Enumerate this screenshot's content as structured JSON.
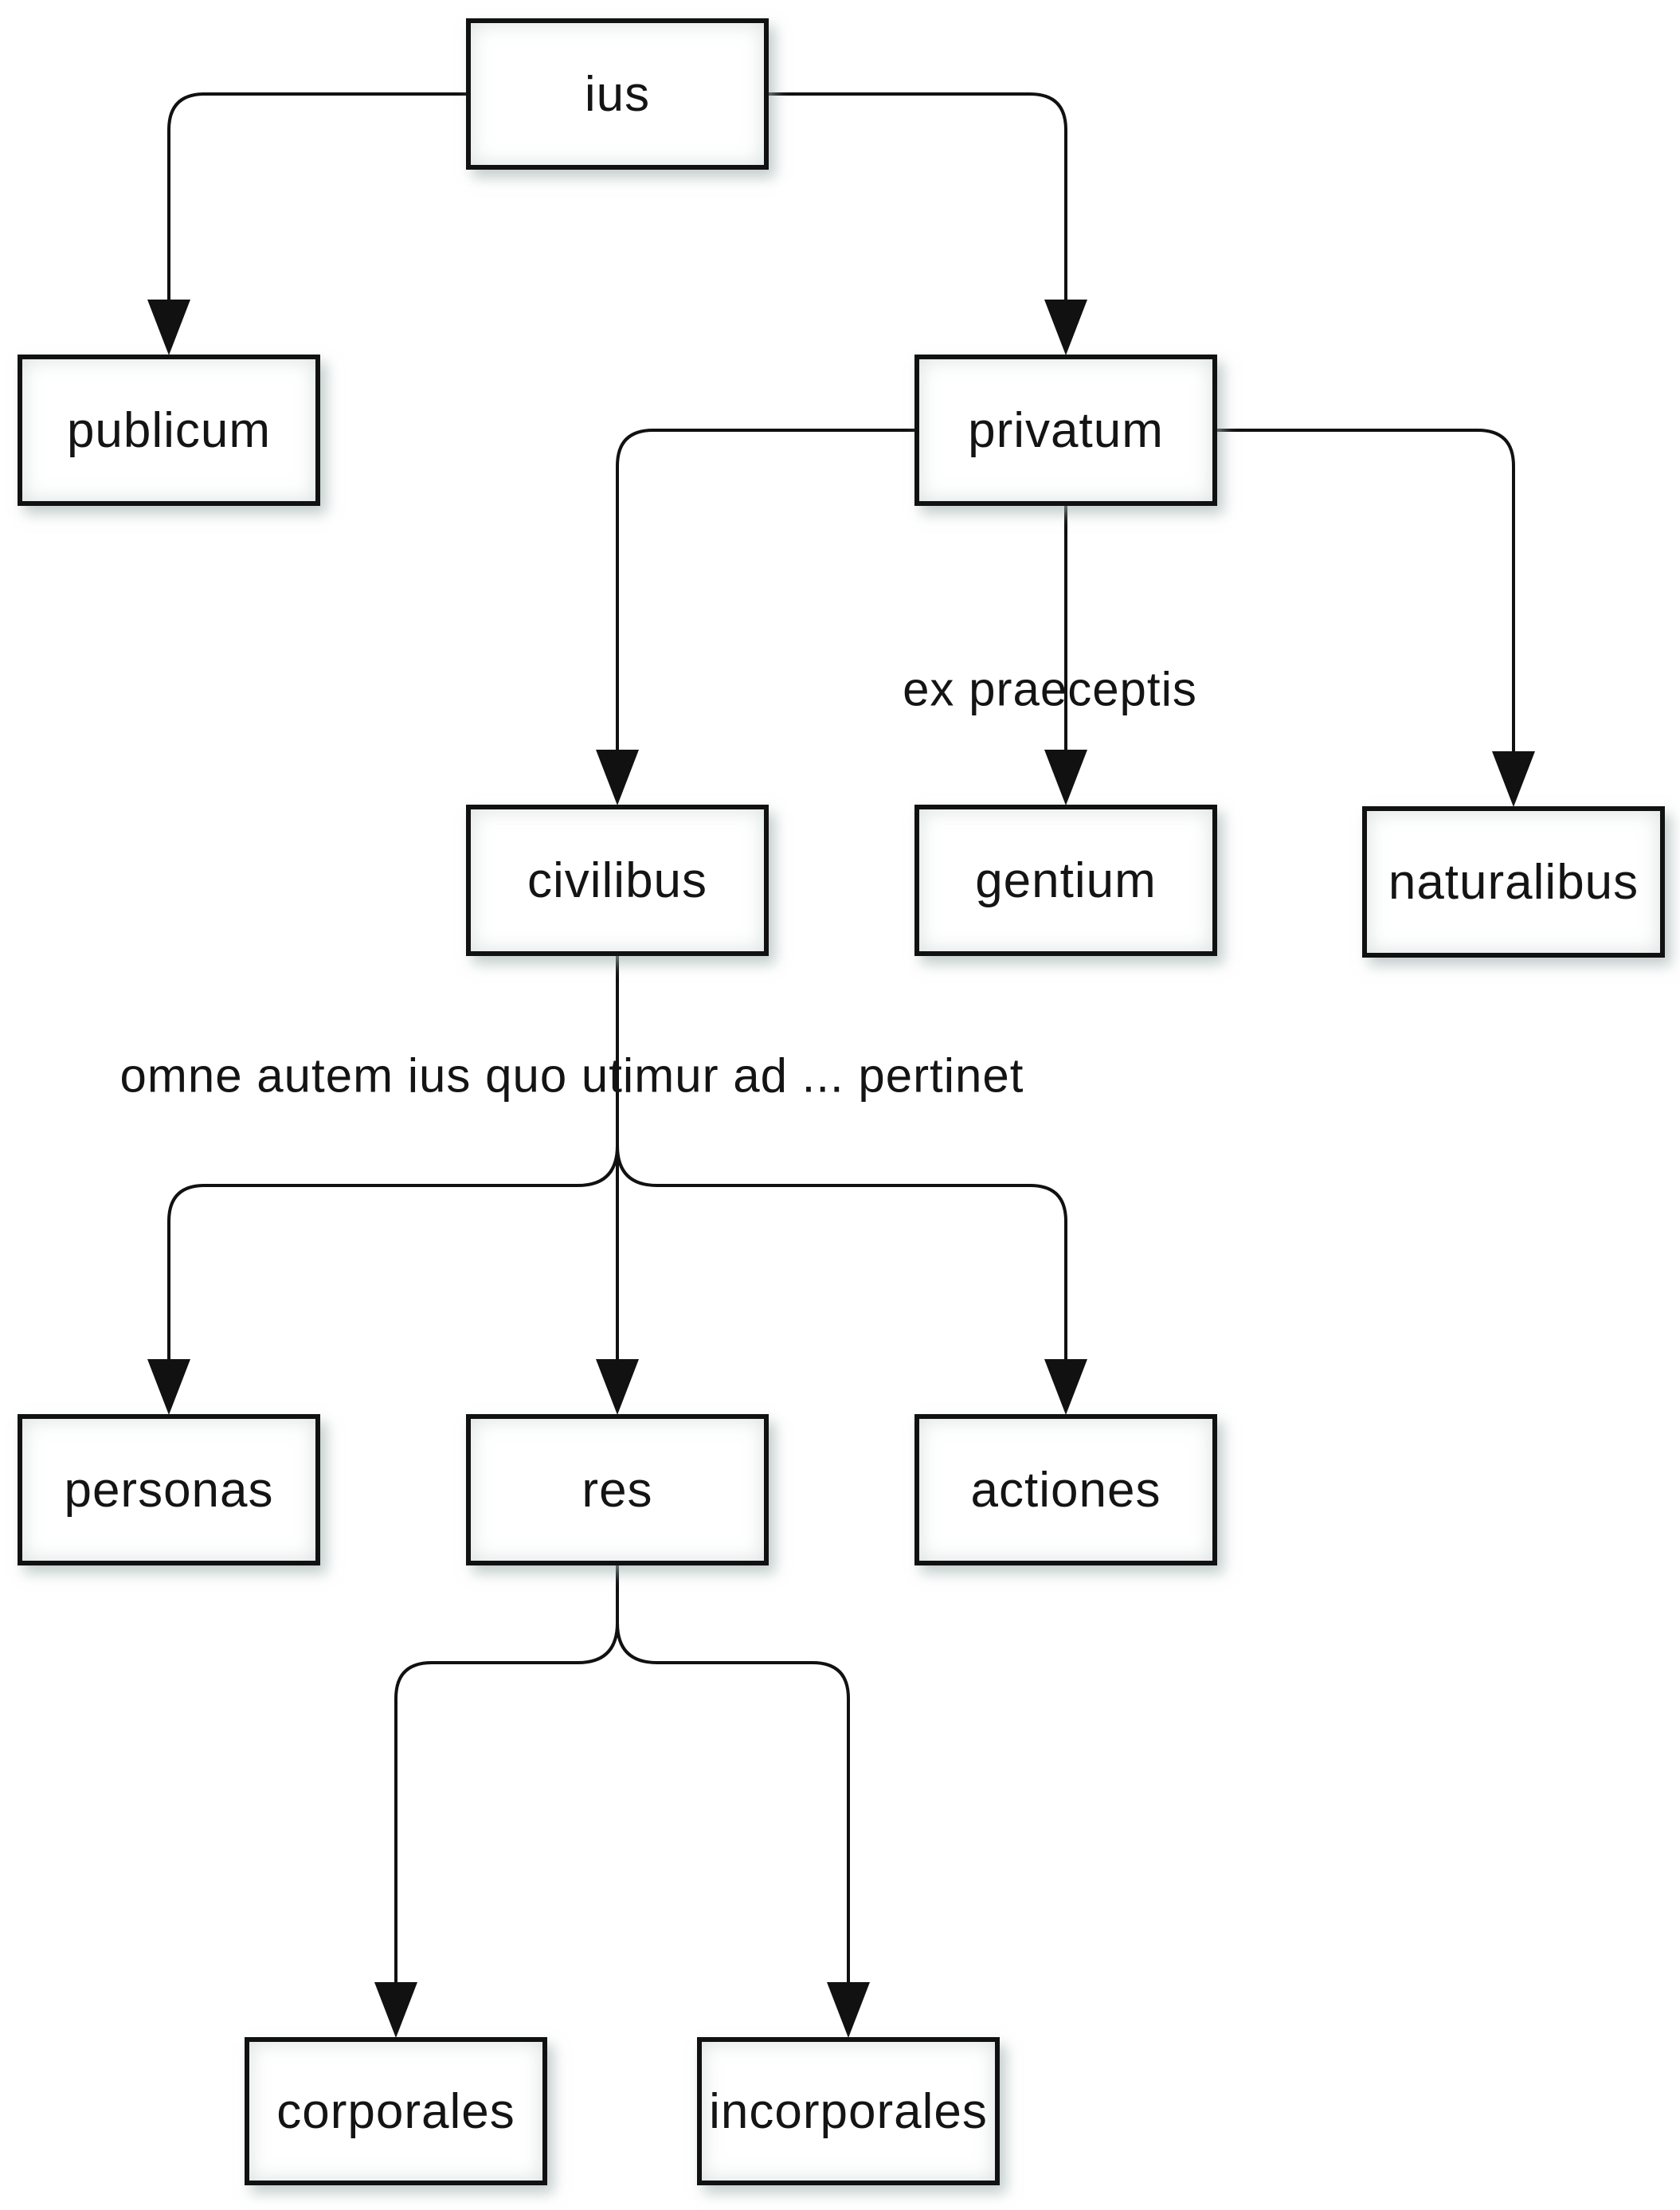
{
  "diagram": {
    "type": "tree",
    "root": "ius",
    "nodes": {
      "ius": {
        "label": "ius"
      },
      "publicum": {
        "label": "publicum"
      },
      "privatum": {
        "label": "privatum"
      },
      "civilibus": {
        "label": "civilibus"
      },
      "gentium": {
        "label": "gentium"
      },
      "naturalibus": {
        "label": "naturalibus"
      },
      "personas": {
        "label": "personas"
      },
      "res": {
        "label": "res"
      },
      "actiones": {
        "label": "actiones"
      },
      "corporales": {
        "label": "corporales"
      },
      "incorporales": {
        "label": "incorporales"
      }
    },
    "edges": [
      {
        "from": "ius",
        "to": "publicum"
      },
      {
        "from": "ius",
        "to": "privatum"
      },
      {
        "from": "privatum",
        "to": "civilibus"
      },
      {
        "from": "privatum",
        "to": "gentium",
        "label": "ex praeceptis"
      },
      {
        "from": "privatum",
        "to": "naturalibus"
      },
      {
        "from": "civilibus",
        "to": "personas",
        "label": "omne autem ius quo utimur ad ... pertinet"
      },
      {
        "from": "civilibus",
        "to": "res",
        "label": "omne autem ius quo utimur ad ... pertinet"
      },
      {
        "from": "civilibus",
        "to": "actiones",
        "label": "omne autem ius quo utimur ad ... pertinet"
      },
      {
        "from": "res",
        "to": "corporales"
      },
      {
        "from": "res",
        "to": "incorporales"
      }
    ],
    "annotations": {
      "ex_praeceptis": "ex praeceptis",
      "omne_autem": "omne autem ius quo utimur ad ... pertinet"
    },
    "colors": {
      "line": "#111111",
      "box_border": "#111111",
      "box_fill": "#ffffff",
      "shadow": "#a3b4b1",
      "background": "#ffffff",
      "text": "#141414"
    }
  }
}
